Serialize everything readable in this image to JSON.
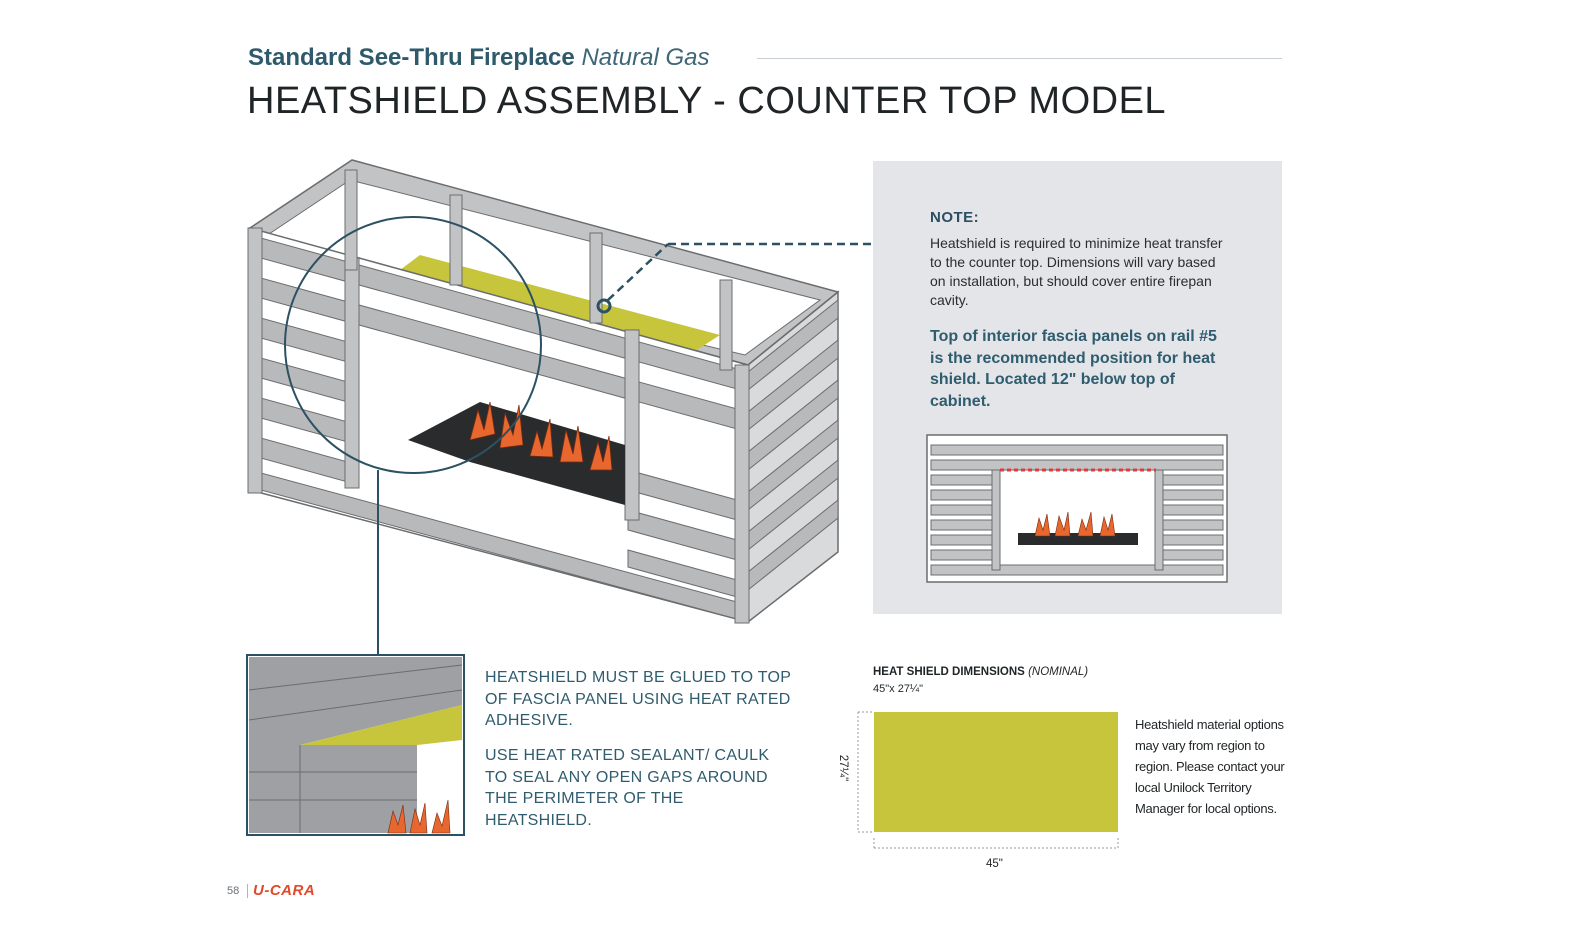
{
  "header": {
    "subtitle_bold": "Standard See-Thru Fireplace",
    "subtitle_italic": "Natural Gas",
    "title": "HEATSHIELD ASSEMBLY - COUNTER TOP MODEL"
  },
  "note": {
    "heading": "NOTE:",
    "body": "Heatshield is required to minimize heat transfer to the counter top. Dimensions will vary based on installation, but should cover entire firepan cavity.",
    "highlight": "Top of interior fascia panels on rail #5 is the recommended position for heat shield. Located 12\" below top of cabinet."
  },
  "detail": {
    "text1": "HEATSHIELD MUST BE GLUED TO TOP OF FASCIA PANEL USING HEAT RATED ADHESIVE.",
    "text2": "USE HEAT RATED SEALANT/ CAULK TO SEAL ANY OPEN GAPS AROUND THE PERIMETER OF THE HEATSHIELD."
  },
  "dimensions": {
    "title": "HEAT SHIELD DIMENSIONS",
    "title_qualifier": "(NOMINAL)",
    "nominal": "45\"x 27¼\"",
    "width_label": "45\"",
    "height_label": "27¼\"",
    "material_note": "Heatshield material options may vary from region to region. Please contact your local Unilock Territory Manager for local options."
  },
  "footer": {
    "page_number": "58",
    "brand": "U-CARA"
  },
  "colors": {
    "heatshield": "#c6c53b",
    "frame": "#9a9b9d",
    "accent_teal": "#2f5c6e",
    "flame": "#e8672f",
    "brand_red": "#e04a2a"
  }
}
